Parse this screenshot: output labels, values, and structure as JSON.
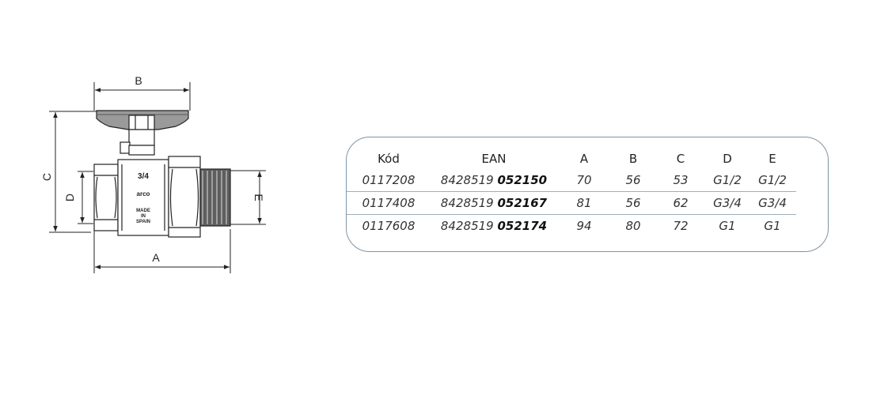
{
  "diagram": {
    "dim_labels": {
      "a": "A",
      "b": "B",
      "c": "C",
      "d": "D",
      "e": "E"
    },
    "body_marks": {
      "size": "3/4",
      "brand": "arco",
      "origin_1": "MADE",
      "origin_2": "IN",
      "origin_3": "SPAIN"
    }
  },
  "table": {
    "headers": [
      "Kód",
      "EAN",
      "A",
      "B",
      "C",
      "D",
      "E"
    ],
    "rows": [
      {
        "kod": "0117208",
        "ean_prefix": "8428519",
        "ean_suffix": "052150",
        "a": "70",
        "b": "56",
        "c": "53",
        "d": "G1/2",
        "e": "G1/2"
      },
      {
        "kod": "0117408",
        "ean_prefix": "8428519",
        "ean_suffix": "052167",
        "a": "81",
        "b": "56",
        "c": "62",
        "d": "G3/4",
        "e": "G3/4"
      },
      {
        "kod": "0117608",
        "ean_prefix": "8428519",
        "ean_suffix": "052174",
        "a": "94",
        "b": "80",
        "c": "72",
        "d": "G1",
        "e": "G1"
      }
    ]
  }
}
